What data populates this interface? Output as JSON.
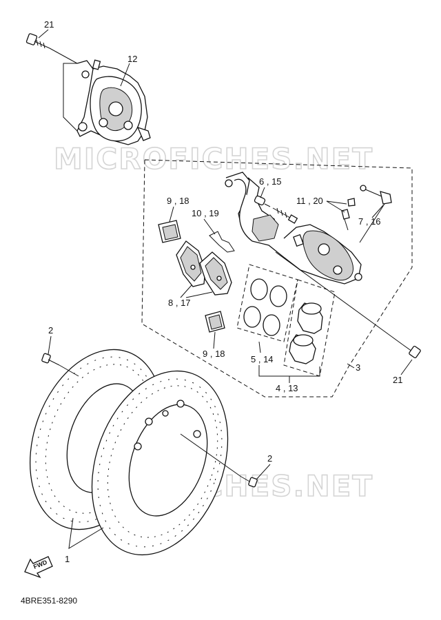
{
  "watermark": "MICROFICHES.NET",
  "part_code": "4BRE351-8290",
  "fwd_label": "FWD",
  "callouts": {
    "c21_top": "21",
    "c12": "12",
    "c6_15": "6 , 15",
    "c9_18_top": "9 , 18",
    "c10_19": "10 , 19",
    "c11_20": "11 , 20",
    "c7_16": "7 , 16",
    "c8_17": "8 , 17",
    "c9_18_bottom": "9 , 18",
    "c5_14": "5 , 14",
    "c4_13": "4 , 13",
    "c3": "3",
    "c21_right": "21",
    "c2_left": "2",
    "c2_right": "2",
    "c1": "1"
  }
}
